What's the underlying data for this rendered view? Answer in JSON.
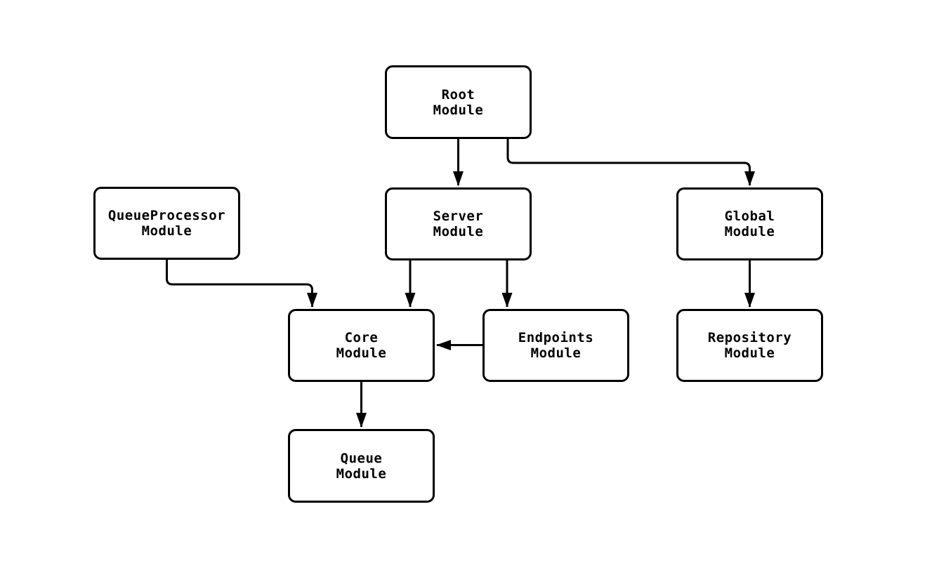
{
  "diagram": {
    "type": "module-dependency-graph",
    "background_color": "#ffffff",
    "node_fill_color": "#ffffff",
    "line_color": "#000000",
    "text_color": "#000000"
  },
  "nodes": [
    {
      "id": "root",
      "line1": "Root",
      "line2": "Module"
    },
    {
      "id": "queueprocessor",
      "line1": "QueueProcessor",
      "line2": "Module"
    },
    {
      "id": "server",
      "line1": "Server",
      "line2": "Module"
    },
    {
      "id": "global",
      "line1": "Global",
      "line2": "Module"
    },
    {
      "id": "core",
      "line1": "Core",
      "line2": "Module"
    },
    {
      "id": "endpoints",
      "line1": "Endpoints",
      "line2": "Module"
    },
    {
      "id": "repository",
      "line1": "Repository",
      "line2": "Module"
    },
    {
      "id": "queue",
      "line1": "Queue",
      "line2": "Module"
    }
  ],
  "edges": [
    {
      "from": "root",
      "to": "server"
    },
    {
      "from": "root",
      "to": "global"
    },
    {
      "from": "queueprocessor",
      "to": "core"
    },
    {
      "from": "server",
      "to": "core"
    },
    {
      "from": "server",
      "to": "endpoints"
    },
    {
      "from": "endpoints",
      "to": "core"
    },
    {
      "from": "global",
      "to": "repository"
    },
    {
      "from": "core",
      "to": "queue"
    }
  ]
}
